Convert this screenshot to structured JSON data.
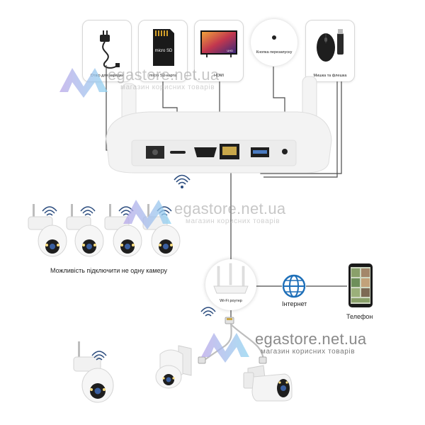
{
  "devices": {
    "charger_label": "Отвір для зарядки",
    "sd_label": "micro SD карта",
    "sd_card_text": "micro SD",
    "hdmi_label": "HDMI",
    "reset_label": "Кнопка перезапуску",
    "mouse_label": "Мишка та флешка",
    "tv_badge": "UHD"
  },
  "captions": {
    "cameras_note": "Можливість підключити не одну камеру",
    "router_label": "Wi-Fi роутер",
    "internet_label": "Інтернет",
    "phone_label": "Телефон"
  },
  "watermark": {
    "text": "egastore.net.ua",
    "subtitle": "магазин корисних товарів"
  },
  "colors": {
    "line": "#4a4a4a",
    "device_white": "#f2f2f2",
    "globe_blue": "#1e6fb8",
    "wifi_blue": "#2b4c7e",
    "watermark_left": "#b9a6e8",
    "watermark_right": "#8fd3f0"
  }
}
